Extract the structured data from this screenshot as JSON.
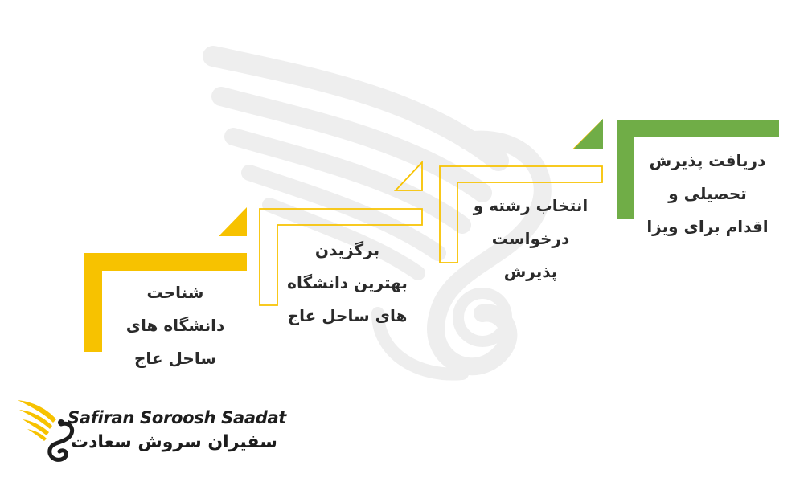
{
  "colors": {
    "yellow": "#f7c200",
    "green": "#70ad47",
    "text": "#2b2b2b",
    "watermark": "#eeeeee"
  },
  "steps": [
    {
      "lines": [
        "شناحت",
        "دانشگاه های",
        "ساحل عاج"
      ],
      "color": "#f7c200",
      "style": "filled"
    },
    {
      "lines": [
        "برگزیدن",
        "بهترین دانشگاه",
        "های ساحل عاج"
      ],
      "color": "#f7c200",
      "style": "outline"
    },
    {
      "lines": [
        "انتخاب رشته و",
        "درخواست",
        "پذیرش"
      ],
      "color": "#f7c200",
      "style": "outline"
    },
    {
      "lines": [
        "دریافت پذیرش",
        "تحصیلی و",
        "اقدام برای ویزا"
      ],
      "color": "#70ad47",
      "style": "filled"
    }
  ],
  "logo": {
    "latin": "Safiran Soroosh Saadat",
    "farsi": "سفیران سروش سعادت",
    "icon": "winged-s-logo-icon"
  }
}
